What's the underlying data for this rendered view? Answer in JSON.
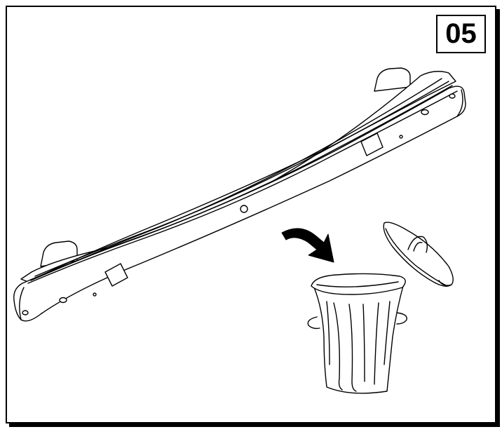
{
  "step": {
    "number": "05"
  },
  "illustration": {
    "items": [
      "bumper-reinforcement-beam",
      "arrow",
      "trash-can",
      "trash-can-lid"
    ]
  },
  "colors": {
    "line": "#000000",
    "background": "#ffffff"
  }
}
